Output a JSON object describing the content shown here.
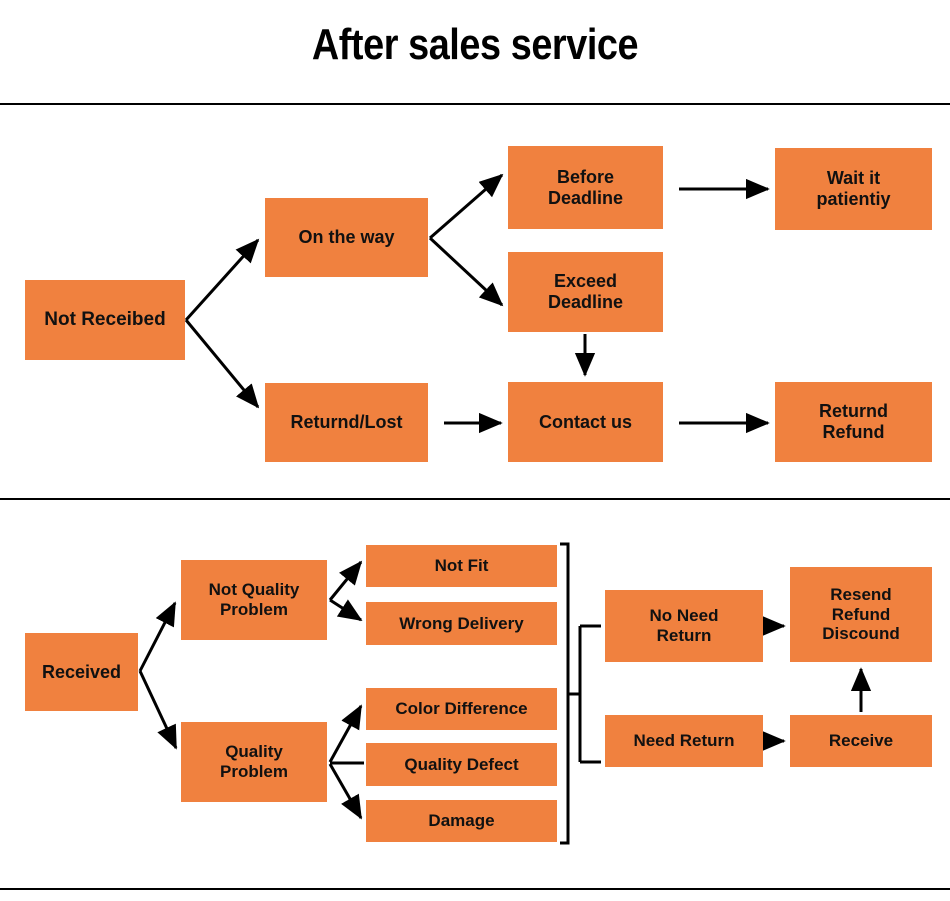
{
  "page": {
    "title": "After sales service",
    "accent_color": "#F0813F",
    "text_color": "#111111",
    "line_color": "#000000",
    "background": "#ffffff"
  },
  "chart_data": {
    "type": "diagram",
    "title": "After sales service",
    "sections": [
      {
        "name": "not-received",
        "root": "Not Receibed",
        "nodes": [
          "Not Receibed",
          "On the way",
          "Returnd/Lost",
          "Before\nDeadline",
          "Exceed\nDeadline",
          "Contact us",
          "Wait it\npatientiy",
          "Returnd\nRefund"
        ],
        "edges": [
          [
            "Not Receibed",
            "On the way"
          ],
          [
            "Not Receibed",
            "Returnd/Lost"
          ],
          [
            "On the way",
            "Before Deadline"
          ],
          [
            "On the way",
            "Exceed Deadline"
          ],
          [
            "Before Deadline",
            "Wait it patientiy"
          ],
          [
            "Exceed Deadline",
            "Contact us"
          ],
          [
            "Returnd/Lost",
            "Contact us"
          ],
          [
            "Contact us",
            "Returnd Refund"
          ]
        ]
      },
      {
        "name": "received",
        "root": "Received",
        "nodes": [
          "Received",
          "Not Quality\nProblem",
          "Quality\nProblem",
          "Not Fit",
          "Wrong Delivery",
          "Color Difference",
          "Quality Defect",
          "Damage",
          "No Need\nReturn",
          "Need Return",
          "Resend\nRefund\nDiscound",
          "Receive"
        ],
        "edges": [
          [
            "Received",
            "Not Quality Problem"
          ],
          [
            "Received",
            "Quality Problem"
          ],
          [
            "Not Quality Problem",
            "Not Fit"
          ],
          [
            "Not Quality Problem",
            "Wrong Delivery"
          ],
          [
            "Quality Problem",
            "Color Difference"
          ],
          [
            "Quality Problem",
            "Quality Defect"
          ],
          [
            "Quality Problem",
            "Damage"
          ],
          [
            "all reasons (bracket)",
            "No Need Return"
          ],
          [
            "all reasons (bracket)",
            "Need Return"
          ],
          [
            "No Need Return",
            "Resend Refund Discound"
          ],
          [
            "Need Return",
            "Receive"
          ],
          [
            "Receive",
            "Resend Refund Discound"
          ]
        ]
      }
    ]
  },
  "top_section": {
    "not_received": "Not Receibed",
    "on_the_way": "On the way",
    "returnd_lost": "Returnd/Lost",
    "before_deadline": "Before\nDeadline",
    "exceed_deadline": "Exceed\nDeadline",
    "contact_us": "Contact us",
    "wait_patiently": "Wait it\npatientiy",
    "returnd_refund": "Returnd\nRefund"
  },
  "bottom_section": {
    "received": "Received",
    "not_quality_problem": "Not Quality\nProblem",
    "quality_problem": "Quality\nProblem",
    "not_fit": "Not Fit",
    "wrong_delivery": "Wrong Delivery",
    "color_difference": "Color Difference",
    "quality_defect": "Quality Defect",
    "damage": "Damage",
    "no_need_return": "No Need\nReturn",
    "need_return": "Need Return",
    "resend_refund_discound": "Resend\nRefund\nDiscound",
    "receive": "Receive"
  }
}
